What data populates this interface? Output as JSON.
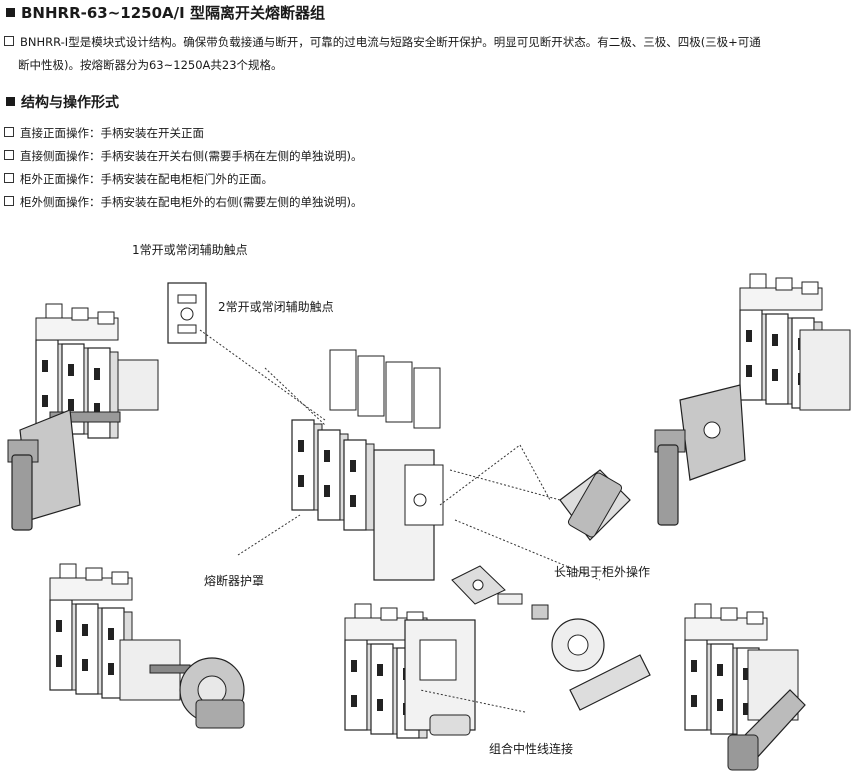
{
  "title": "BNHRR-63~1250A/I 型隔离开关熔断器组",
  "intro": {
    "line1": "BNHRR-I型是模块式设计结构。确保带负载接通与断开，可靠的过电流与短路安全断开保护。明显可见断开状态。有二极、三极、四极(三极+可通",
    "line2": "断中性极)。按熔断器分为63~1250A共23个规格。"
  },
  "section_title": "结构与操作形式",
  "operations": [
    "直接正面操作：手柄安装在开关正面",
    "直接侧面操作：手柄安装在开关右侧(需要手柄在左侧的单独说明)。",
    "柜外正面操作：手柄安装在配电柜柜门外的正面。",
    "柜外侧面操作：手柄安装在配电柜外的右侧(需要左侧的单独说明)。"
  ],
  "callouts": {
    "aux1": "1常开或常闭辅助触点",
    "aux2": "2常开或常闭辅助触点",
    "fuse_cover": "熔断器护罩",
    "long_shaft": "长轴用于柜外操作",
    "neutral": "组合中性线连接"
  }
}
